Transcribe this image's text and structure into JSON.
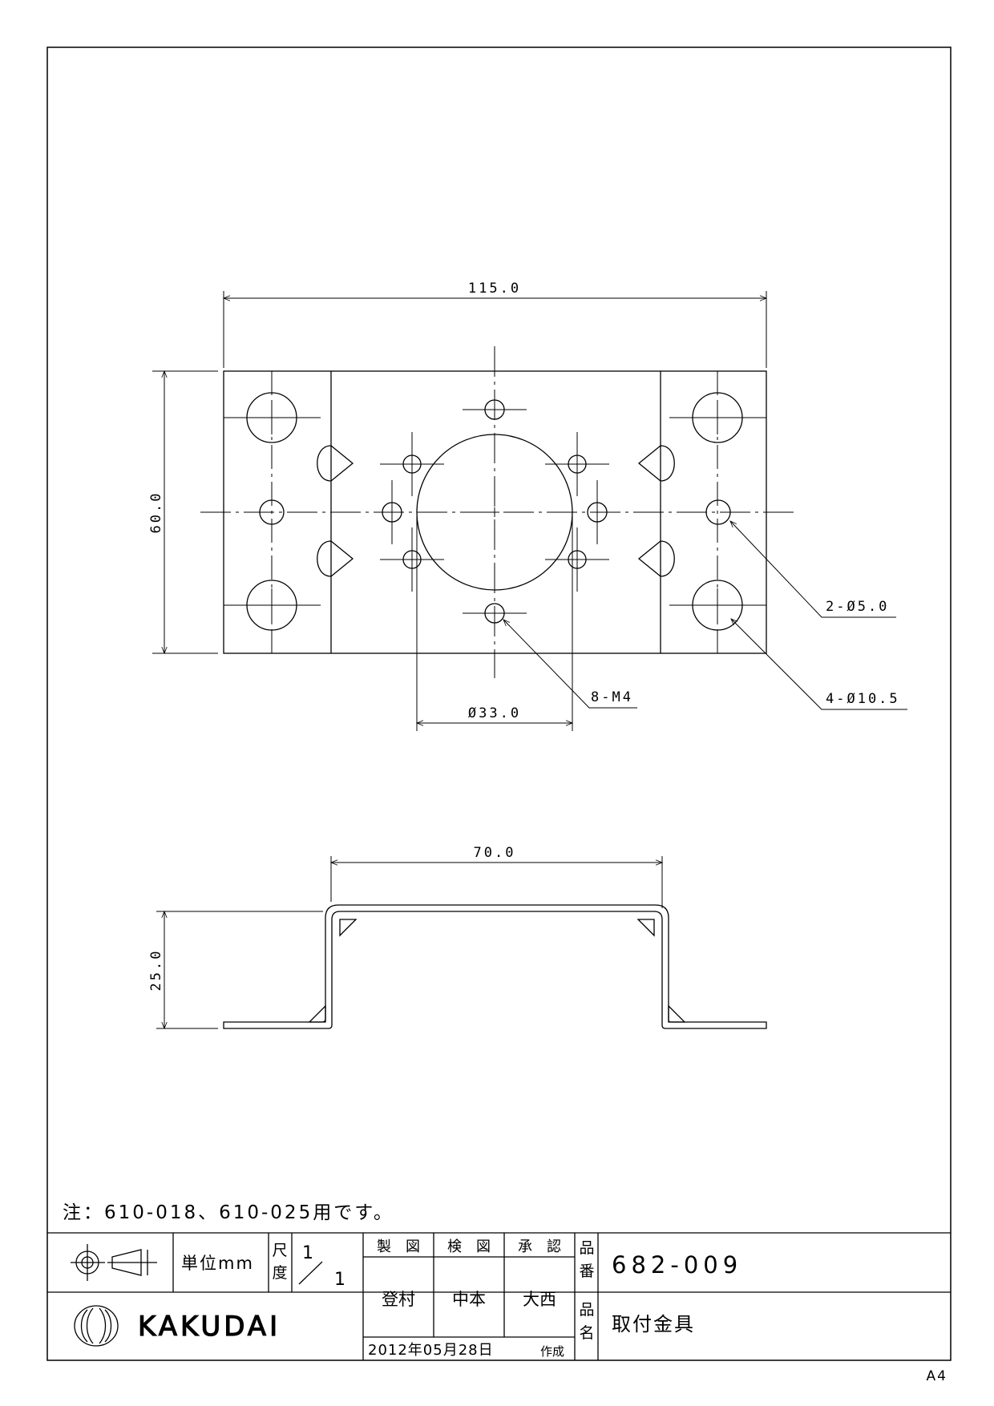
{
  "drawing": {
    "dimensions": {
      "overall_width": "115.0",
      "height": "60.0",
      "center_bore": "Ø33.0",
      "flange_width": "70.0",
      "side_height": "25.0"
    },
    "callouts": {
      "small_holes": "2-Ø5.0",
      "tapped_holes": "8-M4",
      "mounting_holes": "4-Ø10.5"
    }
  },
  "note": "注：610-018、610-025用です。",
  "title_block": {
    "unit_label": "単位mm",
    "scale_label_top": "尺",
    "scale_label_bottom": "度",
    "scale_num": "1",
    "scale_den": "1",
    "header_drawn": "製　図",
    "header_checked": "検　図",
    "header_approved": "承　認",
    "drawn_by": "登村",
    "checked_by": "中本",
    "approved_by": "大西",
    "date_line": "2012年05月28日",
    "date_suffix": "作成",
    "part_no_label_1": "品",
    "part_no_label_2": "番",
    "part_no": "682-009",
    "part_name_label_1": "品",
    "part_name_label_2": "名",
    "part_name": "取付金具",
    "company": "KAKUDAI"
  },
  "sheet_size": "A4"
}
